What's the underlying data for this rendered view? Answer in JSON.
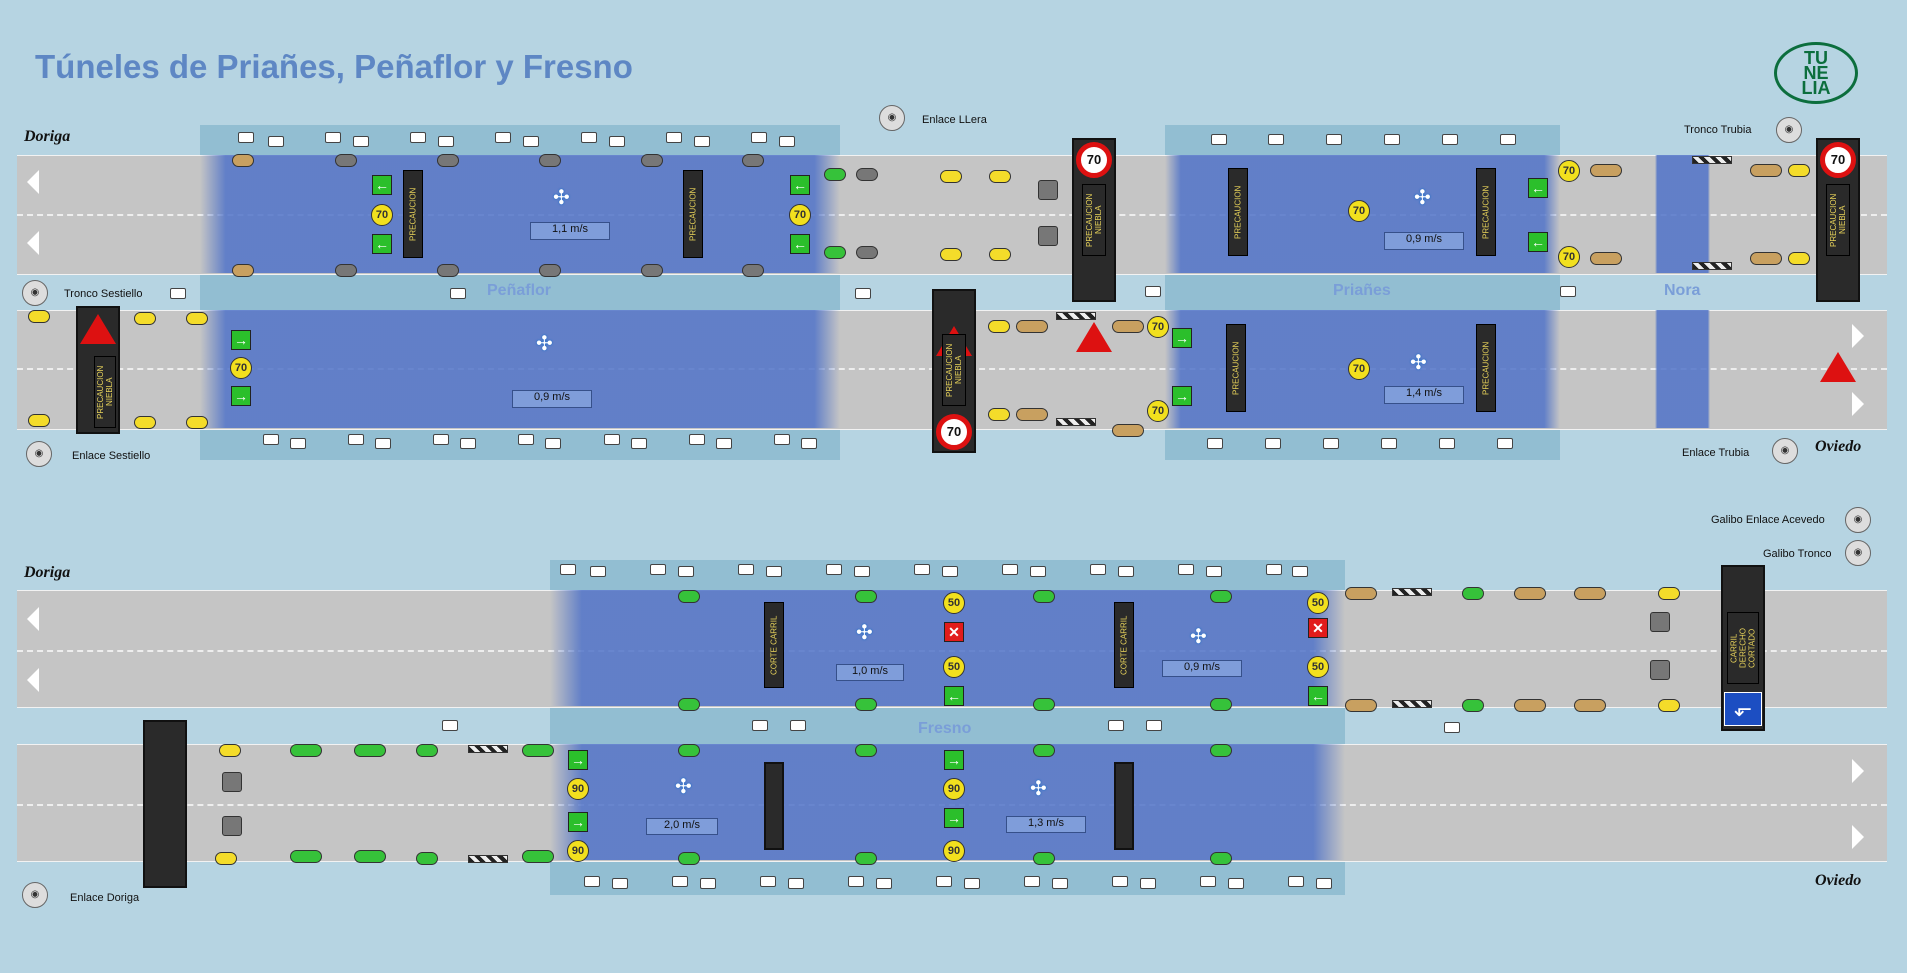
{
  "title": "Túneles de Priañes, Peñaflor y Fresno",
  "logo": {
    "line1": "TU",
    "line2": "NE",
    "line3": "LIA"
  },
  "top": {
    "end_left_a": "Doriga",
    "end_right_b": "Oviedo",
    "labels": {
      "enlace_llera": "Enlace LLera",
      "tronco_trubia": "Tronco Trubia",
      "tronco_sestiello": "Tronco Sestiello",
      "enlace_sestiello": "Enlace Sestiello",
      "enlace_trubia": "Enlace Trubia"
    },
    "tunnels": {
      "penaflor": "Peñaflor",
      "prianes": "Priañes",
      "nora": "Nora"
    },
    "speeds": {
      "pen_up": "1,1 m/s",
      "pen_down": "0,9 m/s",
      "pri_up": "0,9 m/s",
      "pri_down": "1,4 m/s"
    },
    "vms_text": "PRECAUCION",
    "vms_niebla": "PRECAUCION NIEBLA",
    "limit": "70"
  },
  "bottom": {
    "end_left_a": "Doriga",
    "end_right_b": "Oviedo",
    "labels": {
      "galibo_acevedo": "Galibo Enlace Acevedo",
      "galibo_tronco": "Galibo Tronco",
      "enlace_doriga": "Enlace Doriga"
    },
    "tunnel": "Fresno",
    "speeds": {
      "up1": "1,0 m/s",
      "up2": "0,9 m/s",
      "down1": "2,0 m/s",
      "down2": "1,3 m/s"
    },
    "vms_corte": "CORTE CARRIL",
    "vms_carril": "CARRIL DERECHO CORTADO",
    "limit50": "50",
    "limit90": "90"
  },
  "colors": {
    "background": "#b6d4e2",
    "tunnel": "#5073c8",
    "road": "#c5c5c5",
    "title": "#5e87c4",
    "logo": "#0c6e3d"
  }
}
